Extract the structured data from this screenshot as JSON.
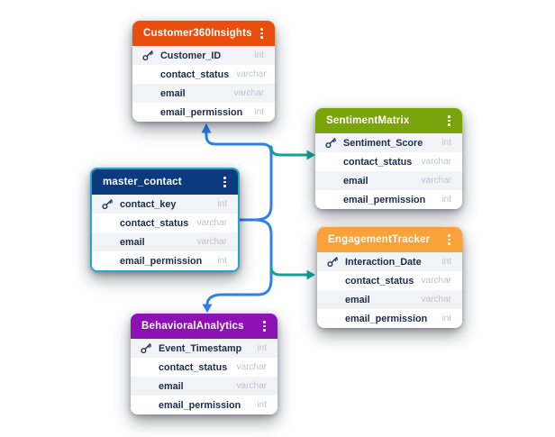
{
  "diagram": {
    "tables": [
      {
        "id": "customer360insights",
        "title": "Customer360Insights",
        "header_color": "#E84E0D",
        "selected": false,
        "fields": [
          {
            "name": "Customer_ID",
            "type": "int",
            "is_key": true
          },
          {
            "name": "contact_status",
            "type": "varchar",
            "is_key": false
          },
          {
            "name": "email",
            "type": "varchar",
            "is_key": false
          },
          {
            "name": "email_permission",
            "type": "int",
            "is_key": false
          }
        ]
      },
      {
        "id": "sentimentmatrix",
        "title": "SentimentMatrix",
        "header_color": "#7AA30C",
        "selected": false,
        "fields": [
          {
            "name": "Sentiment_Score",
            "type": "int",
            "is_key": true
          },
          {
            "name": "contact_status",
            "type": "varchar",
            "is_key": false
          },
          {
            "name": "email",
            "type": "varchar",
            "is_key": false
          },
          {
            "name": "email_permission",
            "type": "int",
            "is_key": false
          }
        ]
      },
      {
        "id": "master_contact",
        "title": "master_contact",
        "header_color": "#0B3A7E",
        "selected": true,
        "fields": [
          {
            "name": "contact_key",
            "type": "int",
            "is_key": true
          },
          {
            "name": "contact_status",
            "type": "varchar",
            "is_key": false
          },
          {
            "name": "email",
            "type": "varchar",
            "is_key": false
          },
          {
            "name": "email_permission",
            "type": "int",
            "is_key": false
          }
        ]
      },
      {
        "id": "engagementtracker",
        "title": "EngagementTracker",
        "header_color": "#F9A13B",
        "selected": false,
        "fields": [
          {
            "name": "Interaction_Date",
            "type": "int",
            "is_key": true
          },
          {
            "name": "contact_status",
            "type": "varchar",
            "is_key": false
          },
          {
            "name": "email",
            "type": "varchar",
            "is_key": false
          },
          {
            "name": "email_permission",
            "type": "int",
            "is_key": false
          }
        ]
      },
      {
        "id": "behavioralanalytics",
        "title": "BehavioralAnalytics",
        "header_color": "#8C12B4",
        "selected": false,
        "fields": [
          {
            "name": "Event_Timestamp",
            "type": "int",
            "is_key": true
          },
          {
            "name": "contact_status",
            "type": "varchar",
            "is_key": false
          },
          {
            "name": "email",
            "type": "varchar",
            "is_key": false
          },
          {
            "name": "email_permission",
            "type": "int",
            "is_key": false
          }
        ]
      }
    ],
    "relations": [
      {
        "from": "master_contact",
        "to": "Customer360Insights"
      },
      {
        "from": "master_contact",
        "to": "SentimentMatrix"
      },
      {
        "from": "master_contact",
        "to": "EngagementTracker"
      },
      {
        "from": "master_contact",
        "to": "BehavioralAnalytics"
      }
    ],
    "connector_colors": {
      "primary": "#2E7FF2",
      "secondary": "#13A297"
    },
    "selected_border_color": "#1FA8C9"
  }
}
